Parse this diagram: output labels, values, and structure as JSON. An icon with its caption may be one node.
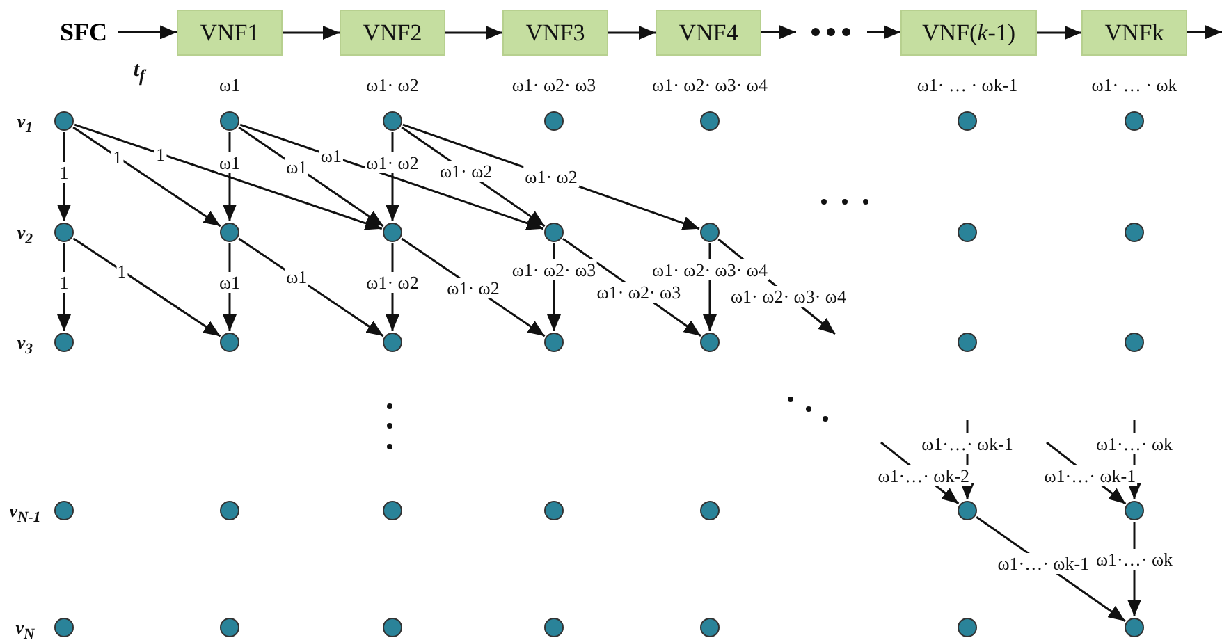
{
  "diagram": {
    "nodes": [
      {
        "text": [
          "SFC"
        ]
      },
      {
        "text": [
          "VNF1"
        ]
      },
      {
        "text": [
          "VNF2"
        ]
      },
      {
        "text": [
          "VNF3"
        ]
      },
      {
        "text": [
          "VNF4"
        ]
      },
      {
        "text": [
          "VNF(*k*-1)"
        ]
      },
      {
        "text": [
          "VNFk"
        ]
      },
      {
        "text": [],
        "shape": "circle"
      },
      {
        "text": [],
        "shape": "circle"
      },
      {
        "text": [],
        "shape": "circle"
      },
      {
        "text": [],
        "shape": "circle"
      },
      {
        "text": [],
        "shape": "circle"
      },
      {
        "text": [],
        "shape": "circle"
      },
      {
        "text": [],
        "shape": "circle"
      },
      {
        "text": [],
        "shape": "circle"
      },
      {
        "text": [],
        "shape": "circle"
      },
      {
        "text": [],
        "shape": "circle"
      },
      {
        "text": [],
        "shape": "circle"
      },
      {
        "text": [],
        "shape": "circle"
      },
      {
        "text": [],
        "shape": "circle"
      },
      {
        "text": [],
        "shape": "circle"
      },
      {
        "text": [],
        "shape": "circle"
      },
      {
        "text": [],
        "shape": "circle"
      },
      {
        "text": [],
        "shape": "circle"
      },
      {
        "text": [],
        "shape": "circle"
      },
      {
        "text": [],
        "shape": "circle"
      },
      {
        "text": [],
        "shape": "circle"
      },
      {
        "text": [],
        "shape": "circle"
      },
      {
        "text": [],
        "shape": "circle"
      },
      {
        "text": [],
        "shape": "circle"
      },
      {
        "text": [],
        "shape": "circle"
      },
      {
        "text": [],
        "shape": "circle"
      },
      {
        "text": [],
        "shape": "circle"
      },
      {
        "text": [],
        "shape": "circle"
      },
      {
        "text": [],
        "shape": "circle"
      },
      {
        "text": [],
        "shape": "circle"
      },
      {
        "text": [],
        "shape": "circle"
      },
      {
        "text": [],
        "shape": "circle"
      },
      {
        "text": [],
        "shape": "circle"
      },
      {
        "text": [],
        "shape": "circle"
      },
      {
        "text": [],
        "shape": "circle"
      },
      {
        "text": [],
        "shape": "circle"
      }
    ],
    "edges": [
      {
        "from": 0,
        "to": 1,
        "arrow": "to",
        "label": "t$_{f}$"
      },
      {
        "from": 1,
        "to": 2,
        "arrow": "to"
      },
      {
        "from": 2,
        "to": 3,
        "arrow": "to"
      },
      {
        "from": 3,
        "to": 4,
        "arrow": "to"
      },
      {
        "from": 4,
        "to": null,
        "arrow": "to"
      },
      {
        "from": null,
        "to": 5,
        "arrow": "to"
      },
      {
        "from": 5,
        "to": 6,
        "arrow": "to"
      },
      {
        "from": 6,
        "to": null,
        "arrow": "to"
      },
      {
        "from": 7,
        "to": 14,
        "arrow": "to",
        "label": "1"
      },
      {
        "from": 7,
        "to": 15,
        "arrow": "to",
        "label": "1"
      },
      {
        "from": 7,
        "to": 16,
        "arrow": "to",
        "label": "1"
      },
      {
        "from": 14,
        "to": 21,
        "arrow": "to",
        "label": "1"
      },
      {
        "from": 14,
        "to": 22,
        "arrow": "to",
        "label": "1"
      },
      {
        "from": 8,
        "to": 15,
        "arrow": "to",
        "label": "ω1"
      },
      {
        "from": 8,
        "to": 16,
        "arrow": "to",
        "label": "ω1"
      },
      {
        "from": 8,
        "to": 17,
        "arrow": "to",
        "label": "ω1"
      },
      {
        "from": 15,
        "to": 22,
        "arrow": "to",
        "label": "ω1"
      },
      {
        "from": 15,
        "to": 23,
        "arrow": "to",
        "label": "ω1"
      },
      {
        "from": 9,
        "to": 16,
        "arrow": "to",
        "label": "ω1· ω2"
      },
      {
        "from": 9,
        "to": 17,
        "arrow": "to",
        "label": "ω1· ω2"
      },
      {
        "from": 9,
        "to": 18,
        "arrow": "to",
        "label": "ω1· ω2"
      },
      {
        "from": 16,
        "to": 23,
        "arrow": "to",
        "label": "ω1· ω2"
      },
      {
        "from": 16,
        "to": 24,
        "arrow": "to",
        "label": "ω1· ω2"
      },
      {
        "from": 17,
        "to": 24,
        "arrow": "to",
        "label": "ω1· ω2· ω3"
      },
      {
        "from": 17,
        "to": 25,
        "arrow": "to",
        "label": "ω1· ω2· ω3"
      },
      {
        "from": 18,
        "to": 25,
        "arrow": "to",
        "label": "ω1· ω2· ω3· ω4"
      },
      {
        "from": 18,
        "to": null,
        "arrow": "to",
        "label": "ω1· ω2· ω3· ω4"
      },
      {
        "from": null,
        "to": 33,
        "arrow": "to",
        "label": "ω1·…· ωk-1"
      },
      {
        "from": null,
        "to": 33,
        "arrow": "to",
        "label": "ω1·…· ωk-2"
      },
      {
        "from": null,
        "to": 34,
        "arrow": "to",
        "label": "ω1·…· ωk"
      },
      {
        "from": null,
        "to": 34,
        "arrow": "to",
        "label": "ω1·…· ωk-1"
      },
      {
        "from": 33,
        "to": 41,
        "arrow": "to",
        "label": "ω1·…· ωk-1"
      },
      {
        "from": 34,
        "to": 41,
        "arrow": "to",
        "label": "ω1·…· ωk"
      }
    ],
    "labels": [
      "ω1",
      "ω1· ω2",
      "ω1· ω2· ω3",
      "ω1· ω2· ω3· ω4",
      "ω1· … · ωk-1",
      "ω1· … · ωk",
      "v$_{1}$",
      "v$_{2}$",
      "v$_{3}$",
      "v$_{N-1}$",
      "v$_{N}$"
    ]
  }
}
